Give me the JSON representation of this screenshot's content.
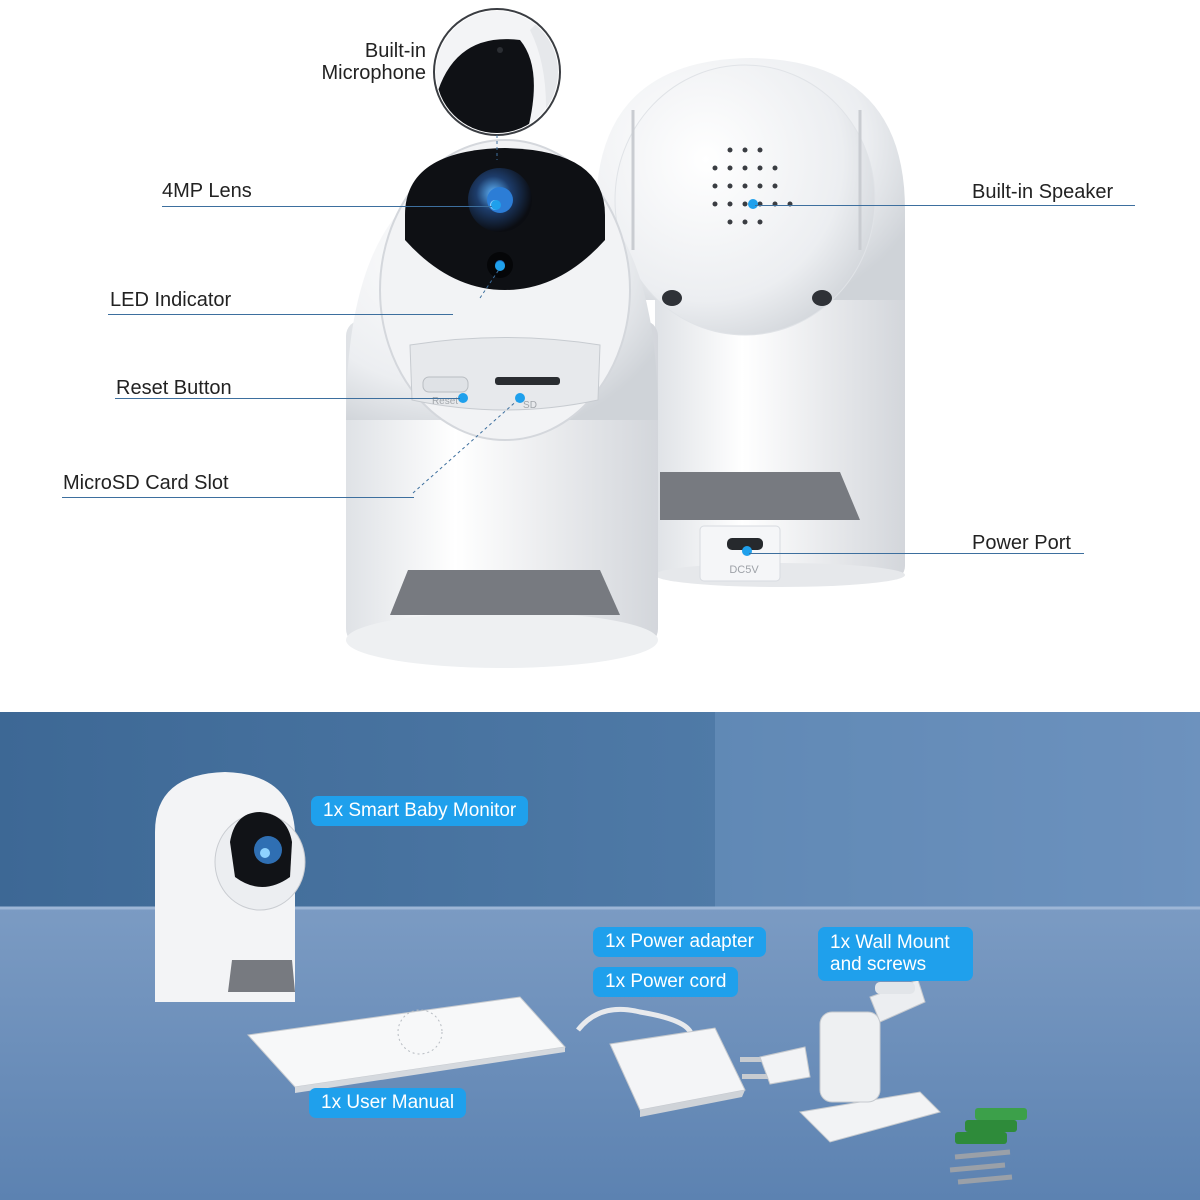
{
  "callouts": {
    "microphone": "Built-in\nMicrophone",
    "lens": "4MP Lens",
    "led": "LED Indicator",
    "reset": "Reset Button",
    "microsd": "MicroSD Card Slot",
    "speaker": "Built-in Speaker",
    "power_port": "Power Port"
  },
  "device_labels": {
    "reset_print": "Reset",
    "sd_print": "SD",
    "dc_print": "DC5V"
  },
  "package": {
    "monitor": "1x Smart Baby Monitor",
    "adapter": "1x Power adapter",
    "cord": "1x Power cord",
    "mount": "1x Wall Mount and screws",
    "manual": "1x User Manual"
  },
  "colors": {
    "accent": "#1fa0ec",
    "leader_line": "#3d6f9e",
    "camera_body": "#f4f5f7",
    "camera_band": "#7b7e84"
  },
  "icons": [
    "microphone-icon",
    "lens-icon",
    "led-icon",
    "speaker-icon",
    "power-port-icon"
  ]
}
